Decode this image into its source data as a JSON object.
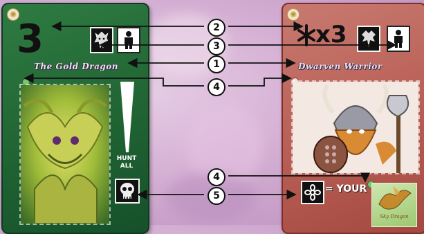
{
  "callouts": {
    "one": "1",
    "two": "2",
    "three": "3",
    "four": "4",
    "five": "5"
  },
  "card_left": {
    "cost": "3",
    "title": "The Gold Dragon",
    "hunt_label": "HUNT\nALL",
    "colors": {
      "frame": "#1f6232",
      "accent": "#f3e6c6"
    },
    "icons": [
      "dragon-head-icon",
      "person-icon",
      "skull-icon",
      "sun-badge-icon"
    ]
  },
  "card_right": {
    "cost_multiplier": "x3",
    "title": "Dwarven Warrior",
    "equals_label": "= YOUR",
    "mini_card_caption": "Sky Dragon",
    "colors": {
      "frame": "#b85e55",
      "accent": "#f3e6c6"
    },
    "icons": [
      "asterisk-icon",
      "winged-helm-icon",
      "person-icon",
      "flower-icon"
    ]
  }
}
